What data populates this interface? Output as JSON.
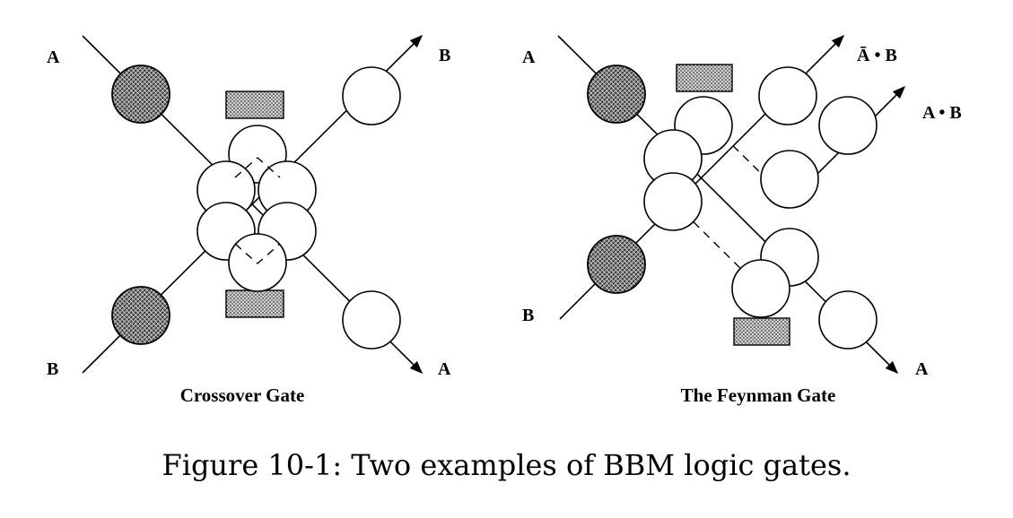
{
  "figure": {
    "caption": "Figure 10-1: Two examples of BBM logic gates.",
    "gates": [
      {
        "title": "Crossover Gate",
        "inputs": [
          "A",
          "B"
        ],
        "outputs": [
          "B",
          "A"
        ]
      },
      {
        "title": "The Feynman Gate",
        "inputs": [
          "A",
          "B"
        ],
        "outputs": [
          "Ā • B",
          "A • B",
          "A"
        ]
      }
    ]
  }
}
